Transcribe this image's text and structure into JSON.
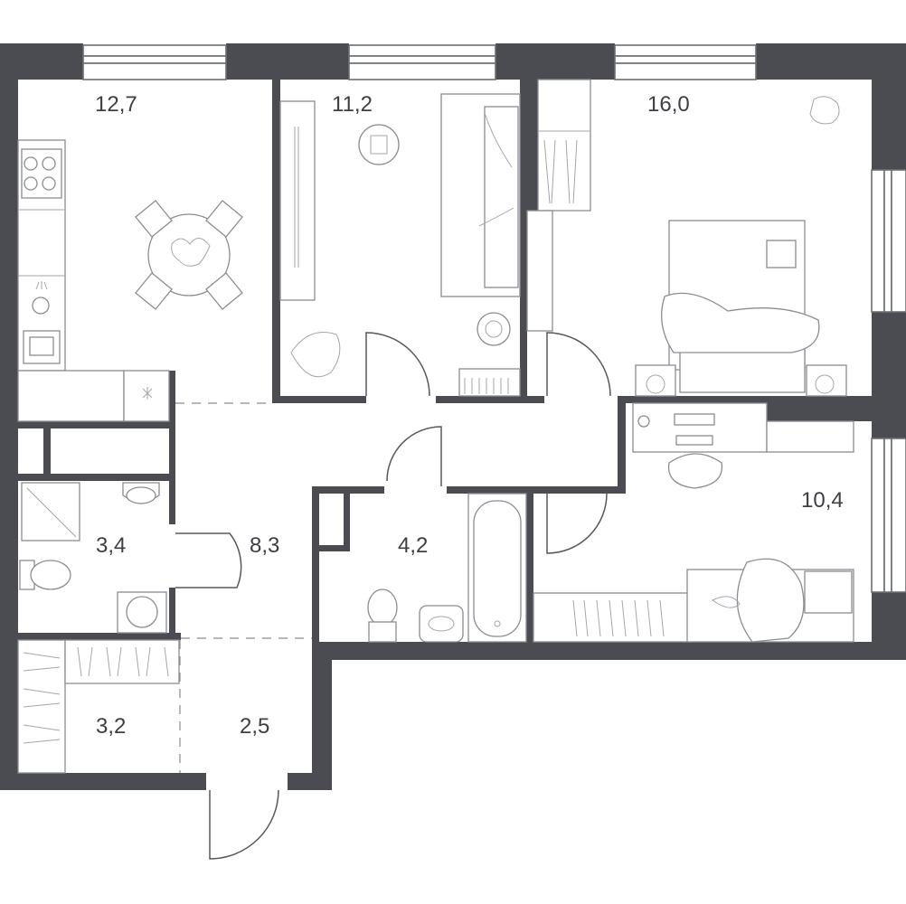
{
  "rooms": [
    {
      "id": "kitchen",
      "area": "12,7"
    },
    {
      "id": "living",
      "area": "11,2"
    },
    {
      "id": "bedroom",
      "area": "16,0"
    },
    {
      "id": "bathroom",
      "area": "3,4"
    },
    {
      "id": "hall",
      "area": "8,3"
    },
    {
      "id": "bath",
      "area": "4,2"
    },
    {
      "id": "bedroom2",
      "area": "10,4"
    },
    {
      "id": "storage",
      "area": "3,2"
    },
    {
      "id": "entrance",
      "area": "2,5"
    }
  ],
  "colors": {
    "wall": "#4a4c52",
    "furniture": "#8a8d93",
    "text": "#3d3f44"
  }
}
